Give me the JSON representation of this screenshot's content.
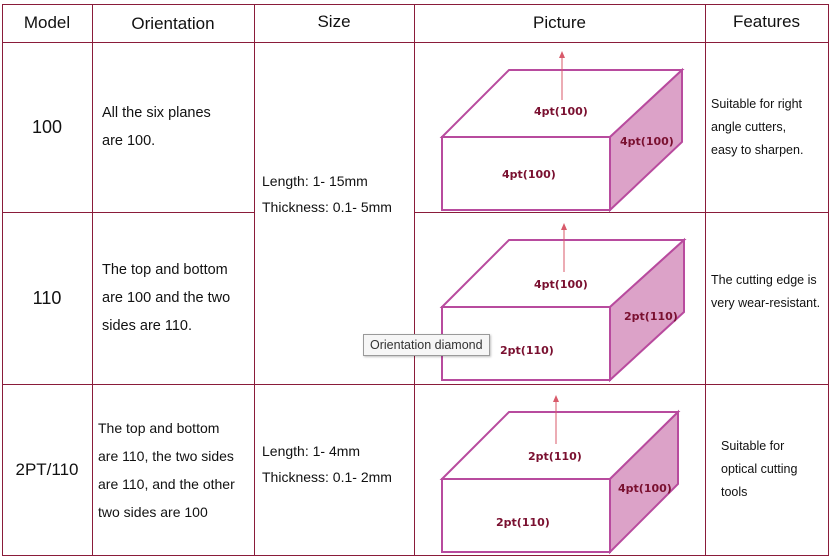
{
  "headers": {
    "model": "Model",
    "orientation": "Orientation",
    "size": "Size",
    "picture": "Picture",
    "features": "Features"
  },
  "rows": [
    {
      "model": "100",
      "orientation": "All the six planes\nare 100.",
      "features": "Suitable for right\nangle cutters,\neasy to sharpen.",
      "picture": {
        "top": "4pt(100)",
        "side": "4pt(100)",
        "front": "4pt(100)"
      }
    },
    {
      "model": "110",
      "orientation": "The top and bottom\nare 100 and the two\nsides are 110.",
      "features": "The cutting edge is\nvery wear-resistant.",
      "picture": {
        "top": "4pt(100)",
        "side": "2pt(110)",
        "front": "2pt(110)"
      }
    },
    {
      "model": "2PT/110",
      "orientation": "The top and bottom\nare 110, the two sides\nare 110, and the other\ntwo sides are 100",
      "features": "Suitable for\noptical cutting\ntools",
      "picture": {
        "top": "2pt(110)",
        "side": "4pt(100)",
        "front": "2pt(110)"
      }
    }
  ],
  "sizes": [
    {
      "length": "Length: 1- 15mm",
      "thickness": "Thickness: 0.1- 5mm"
    },
    {
      "length": "Length: 1- 4mm",
      "thickness": "Thickness: 0.1- 2mm"
    }
  ],
  "tooltip": "Orientation diamond",
  "colors": {
    "border": "#8a1c3a",
    "box_stroke": "#b84b9e",
    "box_side_fill": "#dca2c8",
    "label": "#7a1030"
  }
}
